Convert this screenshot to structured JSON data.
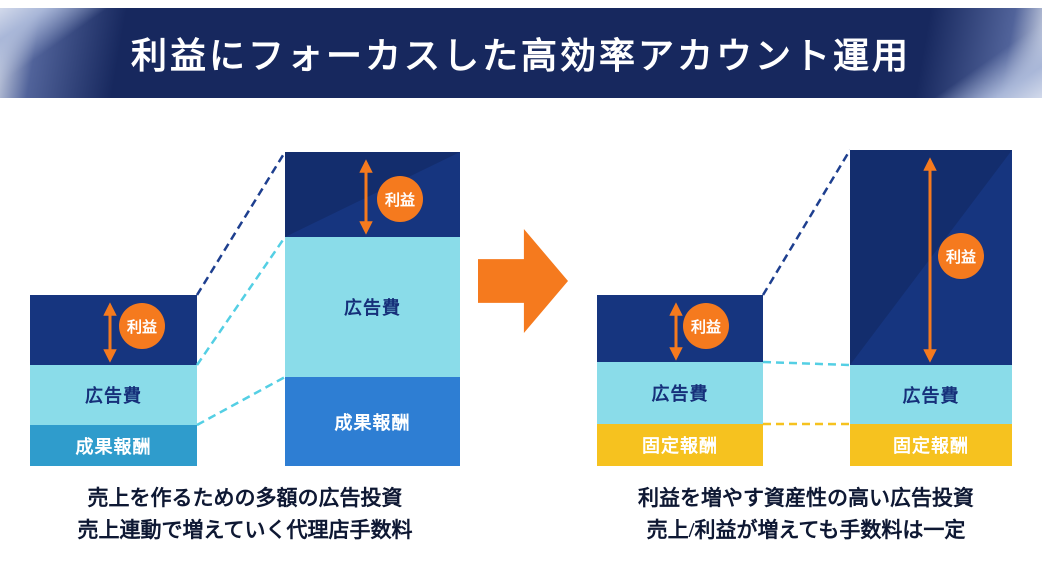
{
  "header": {
    "title": "利益にフォーカスした高効率アカウント運用"
  },
  "left": {
    "small_bar": {
      "profit_label": "利益",
      "ad_label": "広告費",
      "fee_label": "成果報酬"
    },
    "large_bar": {
      "profit_label": "利益",
      "ad_label": "広告費",
      "fee_label": "成果報酬"
    },
    "caption": {
      "line1": "売上を作るための多額の広告投資",
      "line2": "売上連動で増えていく代理店手数料"
    }
  },
  "right": {
    "small_bar": {
      "profit_label": "利益",
      "ad_label": "広告費",
      "fee_label": "固定報酬"
    },
    "large_bar": {
      "profit_label": "利益",
      "ad_label": "広告費",
      "fee_label": "固定報酬"
    },
    "caption": {
      "line1": "利益を増やす資産性の高い広告投資",
      "line2": "売上/利益が増えても手数料は一定"
    }
  },
  "colors": {
    "header_navy": "#17285e",
    "bar_navy": "#16357f",
    "ad_cyan": "#8adce9",
    "performance_fee_teal": "#2f9ccc",
    "performance_fee_blue": "#2e7ed3",
    "fixed_fee_yellow": "#f6c21f",
    "profit_orange": "#f57a1e",
    "dashed_cyan": "#54cfe4",
    "dashed_navy": "#1e3f8f",
    "caption_text": "#0e1833"
  }
}
